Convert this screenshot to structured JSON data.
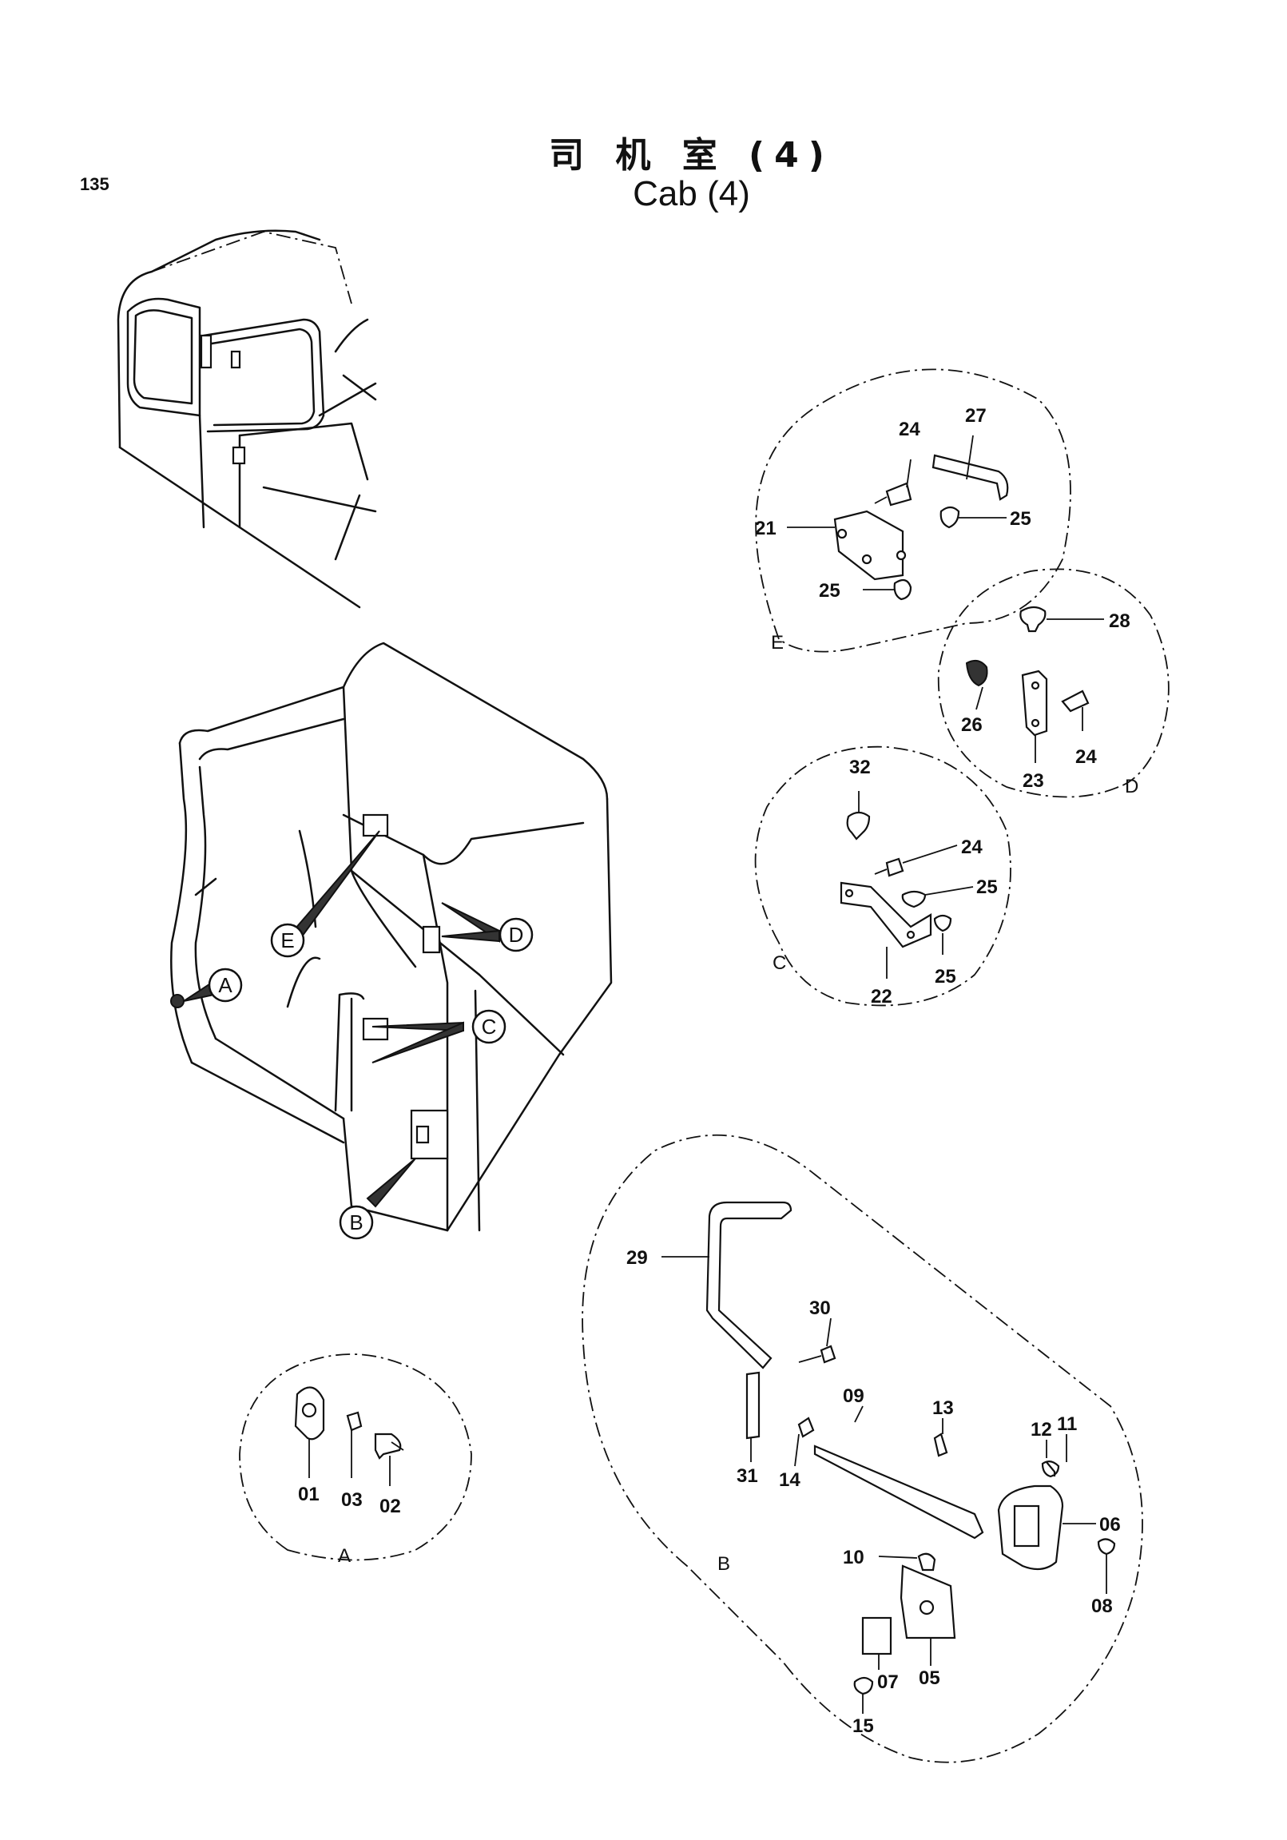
{
  "page_number": "135",
  "title_cn": "司 机 室 (4)",
  "title_en": "Cab (4)",
  "callouts": [
    "A",
    "B",
    "C",
    "D",
    "E"
  ],
  "details": {
    "A": {
      "letter": "A",
      "parts": [
        "01",
        "03",
        "02"
      ]
    },
    "B": {
      "letter": "B",
      "parts": [
        "29",
        "30",
        "31",
        "14",
        "09",
        "13",
        "12",
        "11",
        "06",
        "10",
        "08",
        "05",
        "07",
        "15"
      ]
    },
    "C": {
      "letter": "C",
      "parts": [
        "32",
        "24",
        "25",
        "22",
        "25"
      ]
    },
    "D": {
      "letter": "D",
      "parts": [
        "28",
        "26",
        "24",
        "23"
      ]
    },
    "E": {
      "letter": "E",
      "parts": [
        "24",
        "27",
        "21",
        "25",
        "25"
      ]
    }
  }
}
